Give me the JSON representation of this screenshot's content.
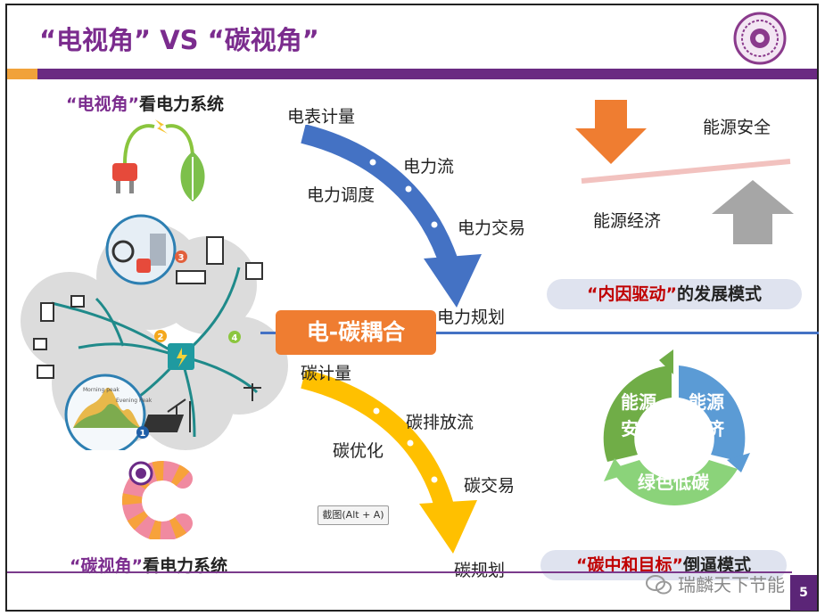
{
  "title": "“电视角” VS “碳视角”",
  "left": {
    "elec_view": {
      "quote": "“电视角”",
      "rest": "看电力系统"
    },
    "carbon_view": {
      "quote": "“碳视角”",
      "rest": "看电力系统"
    },
    "badges": [
      "1",
      "2",
      "3",
      "4"
    ],
    "graph_card": {
      "line1": "Morning peak",
      "line2": "Evening Peak"
    }
  },
  "flow_elec": {
    "meter": "电表计量",
    "flow": "电力流",
    "dispatch": "电力调度",
    "trade": "电力交易",
    "plan": "电力规划"
  },
  "coupling": "电-碳耦合",
  "flow_carbon": {
    "meter": "碳计量",
    "flow": "碳排放流",
    "optimize": "碳优化",
    "trade": "碳交易",
    "plan": "碳规划"
  },
  "tooltip": "截图(Alt + A)",
  "right_top": {
    "security": "能源安全",
    "economy": "能源经济",
    "mode_quote": "“内因驱动”",
    "mode_rest": "的发展模式"
  },
  "right_bottom": {
    "seg_security": [
      "能源",
      "安全"
    ],
    "seg_economy": [
      "能源",
      "经济"
    ],
    "seg_green": "绿色低碳",
    "mode_quote": "“碳中和目标”",
    "mode_rest": "倒逼模式"
  },
  "watermark": "瑞麟天下节能",
  "page_number": "5",
  "colors": {
    "title_purple": "#7b2c8e",
    "bar_purple": "#6a2a82",
    "accent_orange": "#ef7d31",
    "blue_arrow": "#4472c4",
    "yellow_arrow": "#ffc000",
    "pie_green": "#70ad47",
    "pie_blue": "#5b9bd5",
    "pie_light_green": "#8bd37a"
  }
}
